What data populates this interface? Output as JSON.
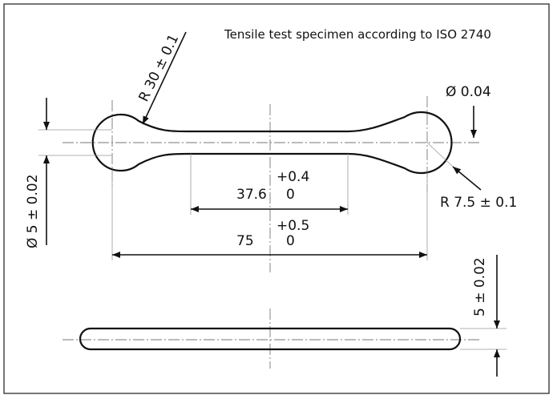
{
  "title": "Tensile test specimen according to ISO 2740",
  "labels": {
    "radius_fillet": "R 30 ± 0.1",
    "flatness": "Ø 0.04",
    "radius_end": "R 7.5 ± 0.1",
    "head_diameter": "Ø 5 ± 0.02",
    "gauge_length": "37.6",
    "gauge_tol_upper": "+0.4",
    "gauge_tol_lower": "0",
    "overall_length": "75",
    "overall_tol_upper": "+0.5",
    "overall_tol_lower": "0",
    "thickness": "5 ± 0.02"
  }
}
